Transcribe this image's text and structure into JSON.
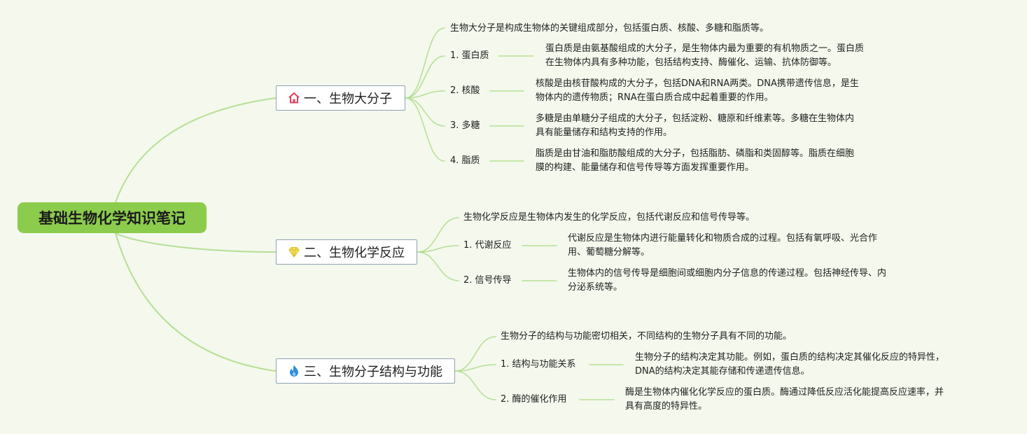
{
  "root": {
    "title": "基础生物化学知识笔记"
  },
  "branches": [
    {
      "title": "一、生物大分子",
      "icon": "house-icon",
      "summary": "生物大分子是构成生物体的关键组成部分，包括蛋白质、核酸、多糖和脂质等。",
      "items": [
        {
          "label": "1. 蛋白质",
          "desc": [
            "蛋白质是由氨基酸组成的大分子，是生物体内最为重要的有机物质之一。蛋白质",
            "在生物体内具有多种功能，包括结构支持、酶催化、运输、抗体防御等。"
          ]
        },
        {
          "label": "2. 核酸",
          "desc": [
            "核酸是由核苷酸构成的大分子，包括DNA和RNA两类。DNA携带遗传信息，是生",
            "物体内的遗传物质；RNA在蛋白质合成中起着重要的作用。"
          ]
        },
        {
          "label": "3. 多糖",
          "desc": [
            "多糖是由单糖分子组成的大分子，包括淀粉、糖原和纤维素等。多糖在生物体内",
            "具有能量储存和结构支持的作用。"
          ]
        },
        {
          "label": "4. 脂质",
          "desc": [
            "脂质是由甘油和脂肪酸组成的大分子，包括脂肪、磷脂和类固醇等。脂质在细胞",
            "膜的构建、能量储存和信号传导等方面发挥重要作用。"
          ]
        }
      ]
    },
    {
      "title": "二、生物化学反应",
      "icon": "diamond-icon",
      "summary": "生物化学反应是生物体内发生的化学反应，包括代谢反应和信号传导等。",
      "items": [
        {
          "label": "1. 代谢反应",
          "desc": [
            "代谢反应是生物体内进行能量转化和物质合成的过程。包括有氧呼吸、光合作",
            "用、葡萄糖分解等。"
          ]
        },
        {
          "label": "2. 信号传导",
          "desc": [
            "生物体内的信号传导是细胞间或细胞内分子信息的传递过程。包括神经传导、内",
            "分泌系统等。"
          ]
        }
      ]
    },
    {
      "title": "三、生物分子结构与功能",
      "icon": "flame-icon",
      "summary": "生物分子的结构与功能密切相关，不同结构的生物分子具有不同的功能。",
      "items": [
        {
          "label": "1. 结构与功能关系",
          "desc": [
            "生物分子的结构决定其功能。例如，蛋白质的结构决定其催化反应的特异性，",
            "DNA的结构决定其能存储和传递遗传信息。"
          ]
        },
        {
          "label": "2. 酶的催化作用",
          "desc": [
            "酶是生物体内催化化学反应的蛋白质。酶通过降低反应活化能提高反应速率，并",
            "具有高度的特异性。"
          ]
        }
      ]
    }
  ],
  "colors": {
    "line": "#b5df93",
    "root_fill": "#8ccc4c",
    "branch_border": "#8fa3b3",
    "background": "#f4f8ed"
  }
}
